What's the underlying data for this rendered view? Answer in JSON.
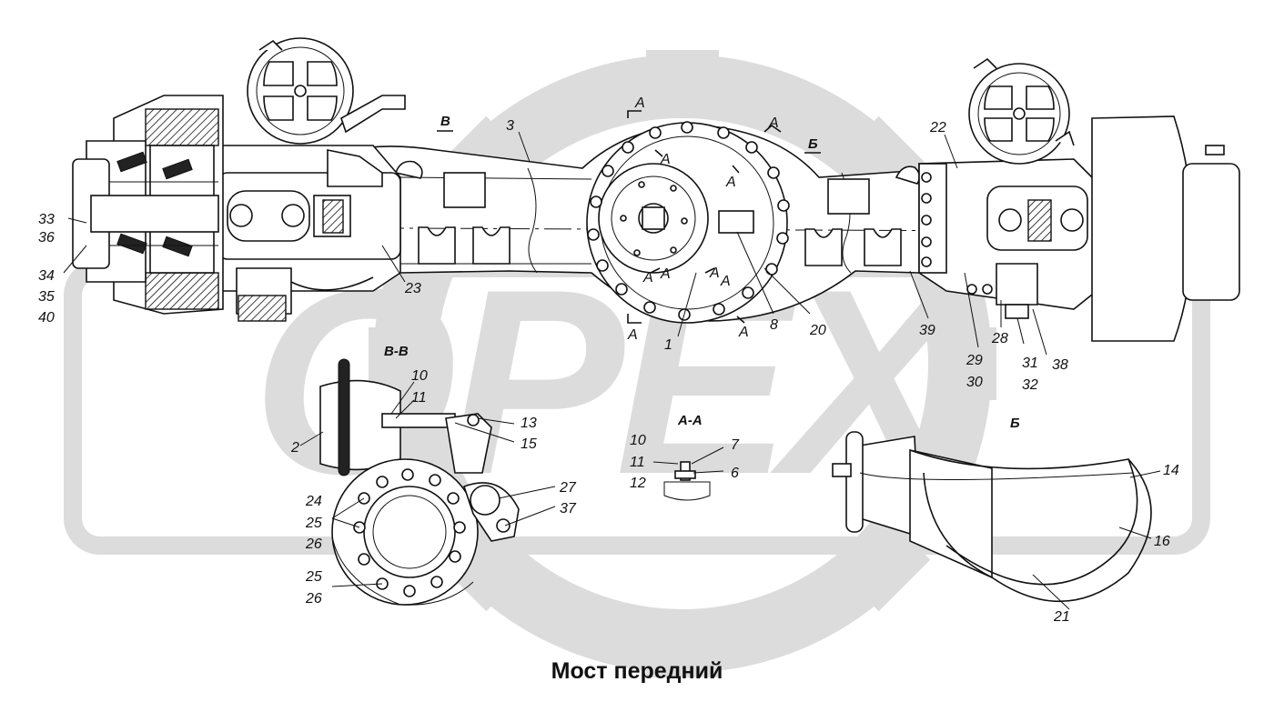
{
  "caption": "Мост передний",
  "watermark": {
    "text": "OPEX",
    "color": "#d9d9d9"
  },
  "section_labels": [
    "В",
    "Б",
    "В-В",
    "А-А",
    "Б"
  ],
  "section_marks": [
    "А",
    "А",
    "А",
    "А",
    "А",
    "А",
    "А",
    "А",
    "А",
    "А"
  ],
  "callouts": [
    "3",
    "22",
    "33",
    "36",
    "34",
    "35",
    "40",
    "23",
    "1",
    "8",
    "20",
    "39",
    "29",
    "30",
    "28",
    "31",
    "32",
    "38",
    "10",
    "11",
    "2",
    "13",
    "15",
    "27",
    "37",
    "24",
    "25",
    "26",
    "25",
    "26",
    "10",
    "11",
    "12",
    "7",
    "6",
    "14",
    "16",
    "21"
  ]
}
